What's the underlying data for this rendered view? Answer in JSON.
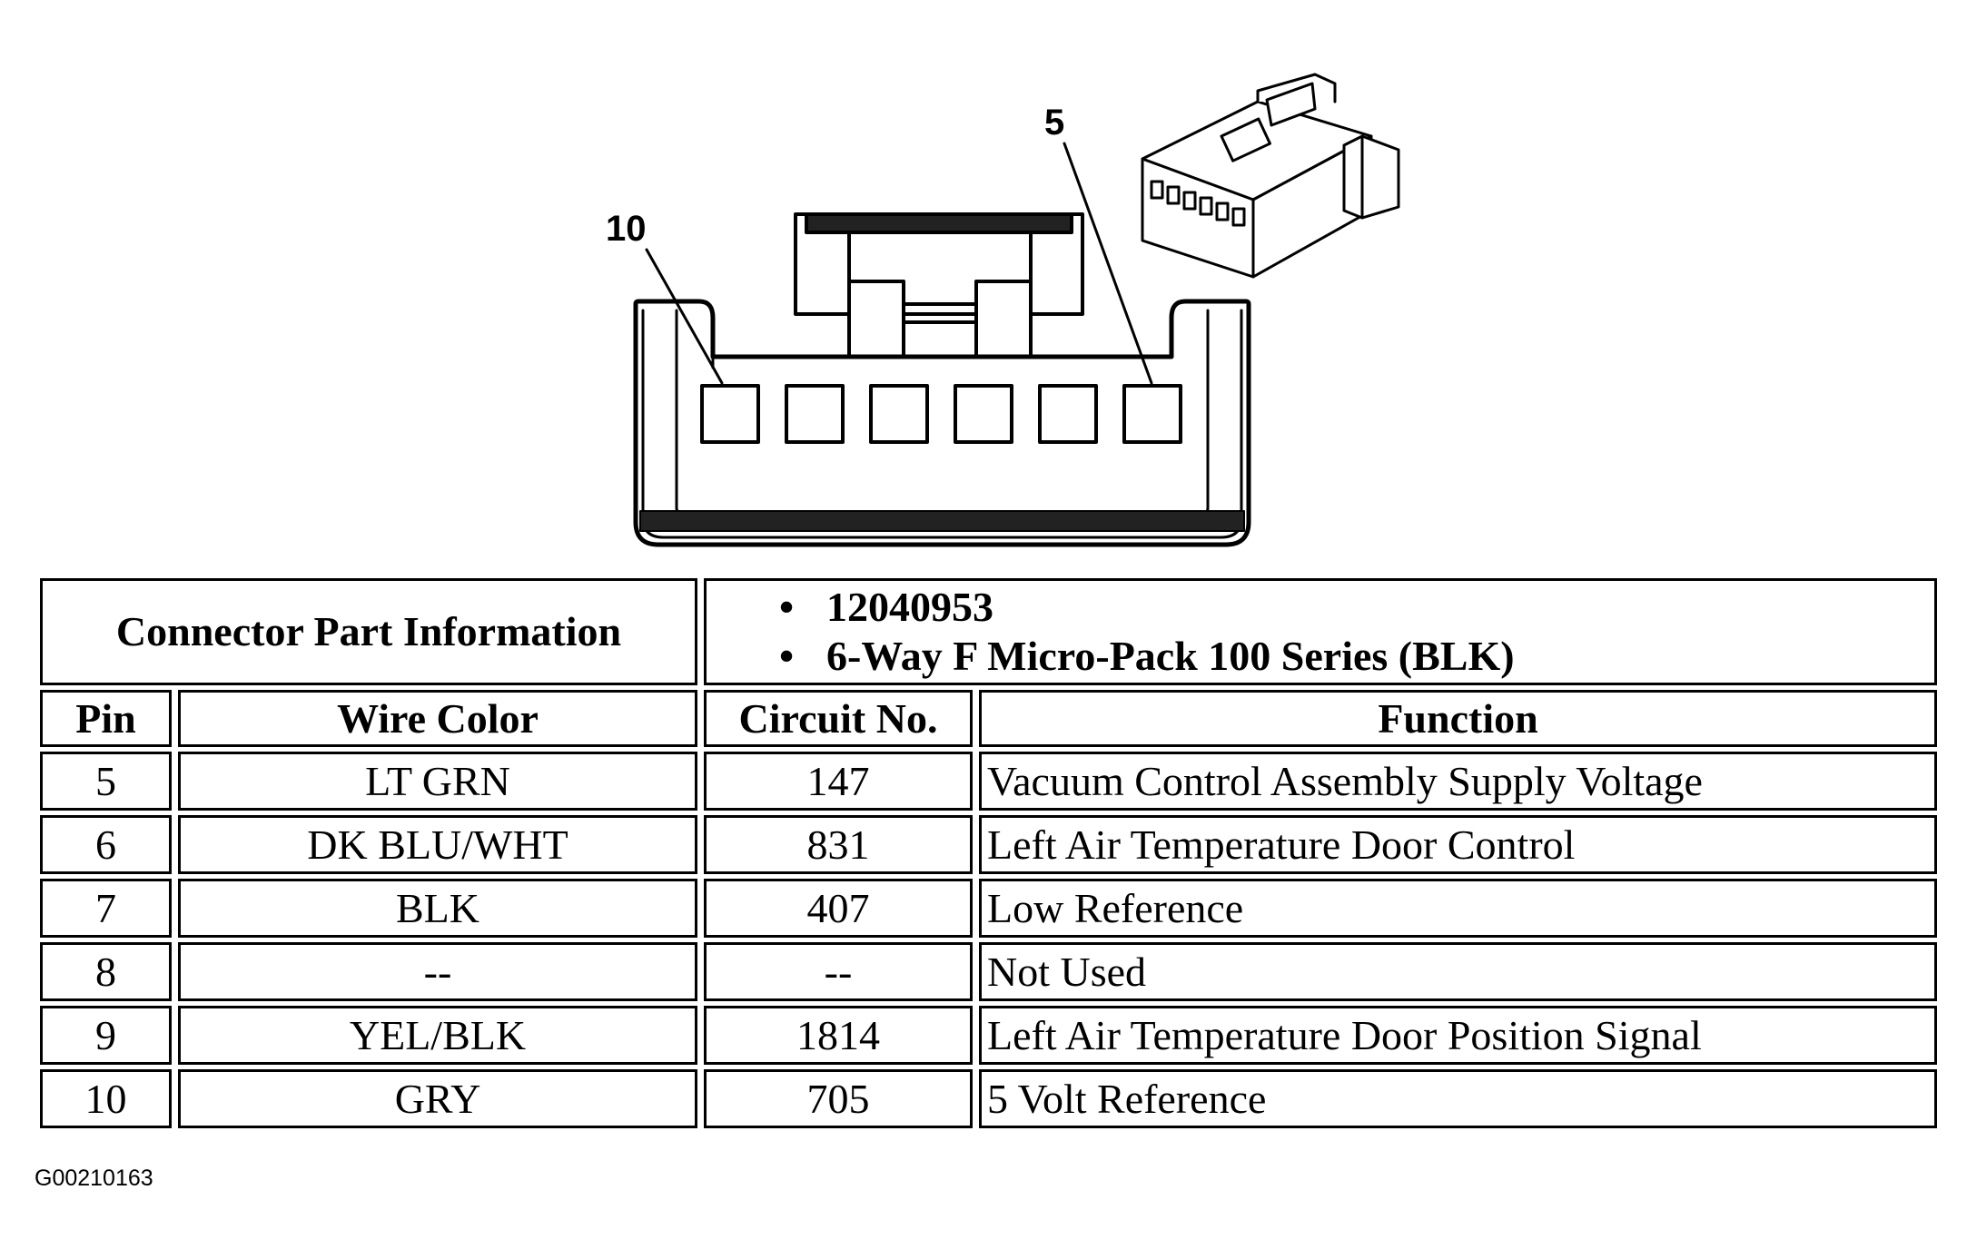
{
  "diagram": {
    "callouts": {
      "left_pin": "10",
      "right_pin": "5"
    },
    "pin_count": 6
  },
  "part_info": {
    "label": "Connector Part Information",
    "items": [
      "12040953",
      "6-Way F Micro-Pack 100 Series (BLK)"
    ]
  },
  "table": {
    "headers": {
      "pin": "Pin",
      "wire_color": "Wire Color",
      "circuit": "Circuit No.",
      "function": "Function"
    },
    "rows": [
      {
        "pin": "5",
        "wire_color": "LT GRN",
        "circuit": "147",
        "function": "Vacuum Control Assembly Supply Voltage"
      },
      {
        "pin": "6",
        "wire_color": "DK BLU/WHT",
        "circuit": "831",
        "function": "Left Air Temperature Door Control"
      },
      {
        "pin": "7",
        "wire_color": "BLK",
        "circuit": "407",
        "function": "Low Reference"
      },
      {
        "pin": "8",
        "wire_color": "--",
        "circuit": "--",
        "function": "Not Used"
      },
      {
        "pin": "9",
        "wire_color": "YEL/BLK",
        "circuit": "1814",
        "function": "Left Air Temperature Door Position Signal"
      },
      {
        "pin": "10",
        "wire_color": "GRY",
        "circuit": "705",
        "function": "5  Volt Reference"
      }
    ]
  },
  "figure_id": "G00210163"
}
